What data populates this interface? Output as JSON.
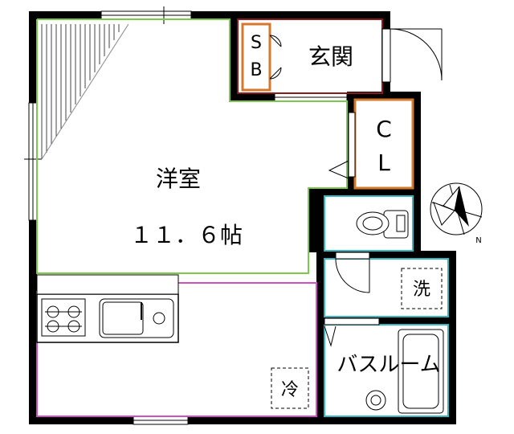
{
  "rooms": {
    "western_room": {
      "name": "洋室",
      "size": "１１．６帖"
    },
    "entrance": "玄関",
    "shoe_box": "SB",
    "closet": "CL",
    "bathroom": "バスルーム",
    "washer_space": "洗",
    "fridge_space": "冷"
  },
  "compass": {
    "north_label": "N"
  },
  "colors": {
    "wall": "#000000",
    "western_room_outline": "#7cc94a",
    "entrance_outline": "#8b1a1a",
    "closet_outline": "#d4782c",
    "wet_area_outline": "#36b8c0",
    "kitchen_outline": "#d04fc4"
  }
}
